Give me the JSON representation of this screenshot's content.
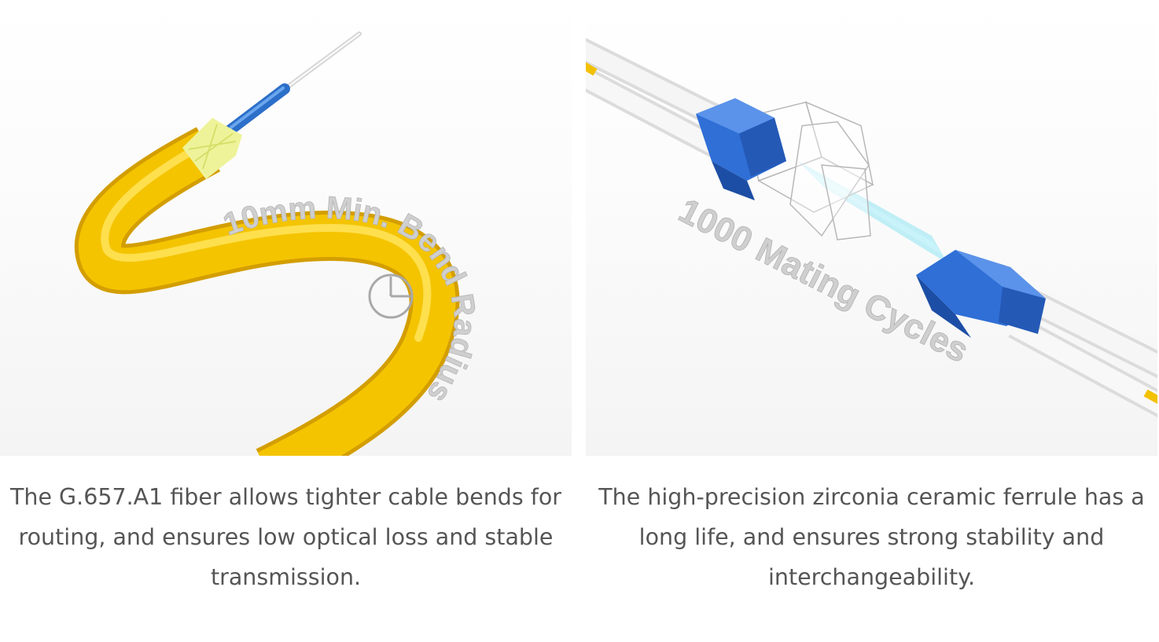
{
  "features": [
    {
      "image_label": "10mm Min. Bend Radius",
      "caption": "The G.657.A1 fiber allows tighter cable bends for routing, and ensures low optical loss and stable transmission."
    },
    {
      "image_label": "1000 Mating Cycles",
      "caption": "The high-precision zirconia ceramic ferrule has a long life, and ensures strong stability and interchangeability."
    }
  ],
  "colors": {
    "cable_yellow": "#f2c100",
    "connector_blue": "#2f6fd6",
    "aramid_yarn": "#eef39a",
    "caption_text": "#555555"
  }
}
